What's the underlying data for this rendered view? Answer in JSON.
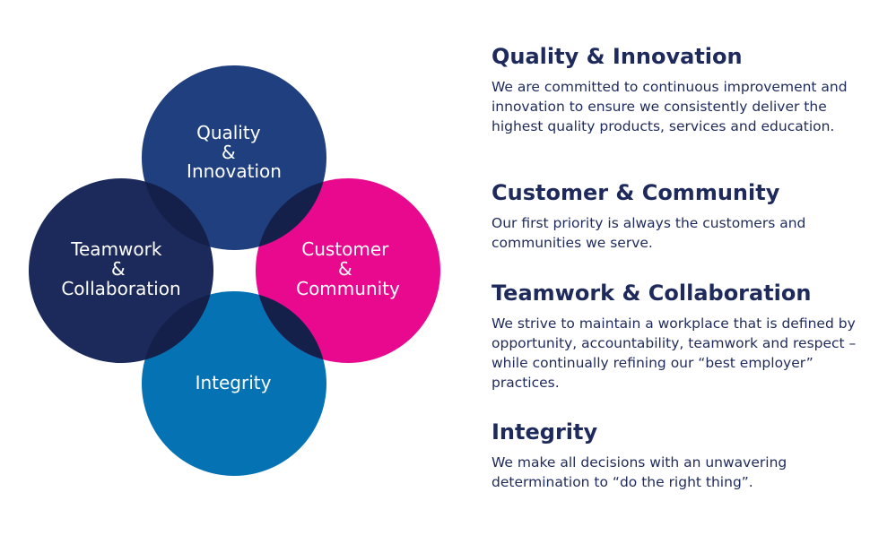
{
  "colors": {
    "quality": "#1f3f7f",
    "customer": "#e8098f",
    "teamwork": "#1b2a5a",
    "integrity": "#0572b3",
    "overlap": "#14204a",
    "heading_text": "#1f2a5c"
  },
  "diagram": {
    "circles": [
      {
        "id": "quality",
        "lines": [
          "Quality",
          "&",
          "Innovation"
        ]
      },
      {
        "id": "customer",
        "lines": [
          "Customer",
          "&",
          "Community"
        ]
      },
      {
        "id": "teamwork",
        "lines": [
          "Teamwork",
          "&",
          "Collaboration"
        ]
      },
      {
        "id": "integrity",
        "lines": [
          "Integrity"
        ]
      }
    ]
  },
  "values": [
    {
      "title": "Quality & Innovation",
      "description": "We are committed to continuous improvement and innovation to ensure we consistently deliver the highest quality products, services and education."
    },
    {
      "title": "Customer & Community",
      "description": "Our first priority is always the customers and communities we serve."
    },
    {
      "title": "Teamwork & Collaboration",
      "description": "We strive to maintain a workplace that is defined by opportunity, accountability, teamwork and respect – while continually refining our “best employer” practices."
    },
    {
      "title": "Integrity",
      "description": "We make all decisions with an unwavering determination to “do the right thing”."
    }
  ]
}
